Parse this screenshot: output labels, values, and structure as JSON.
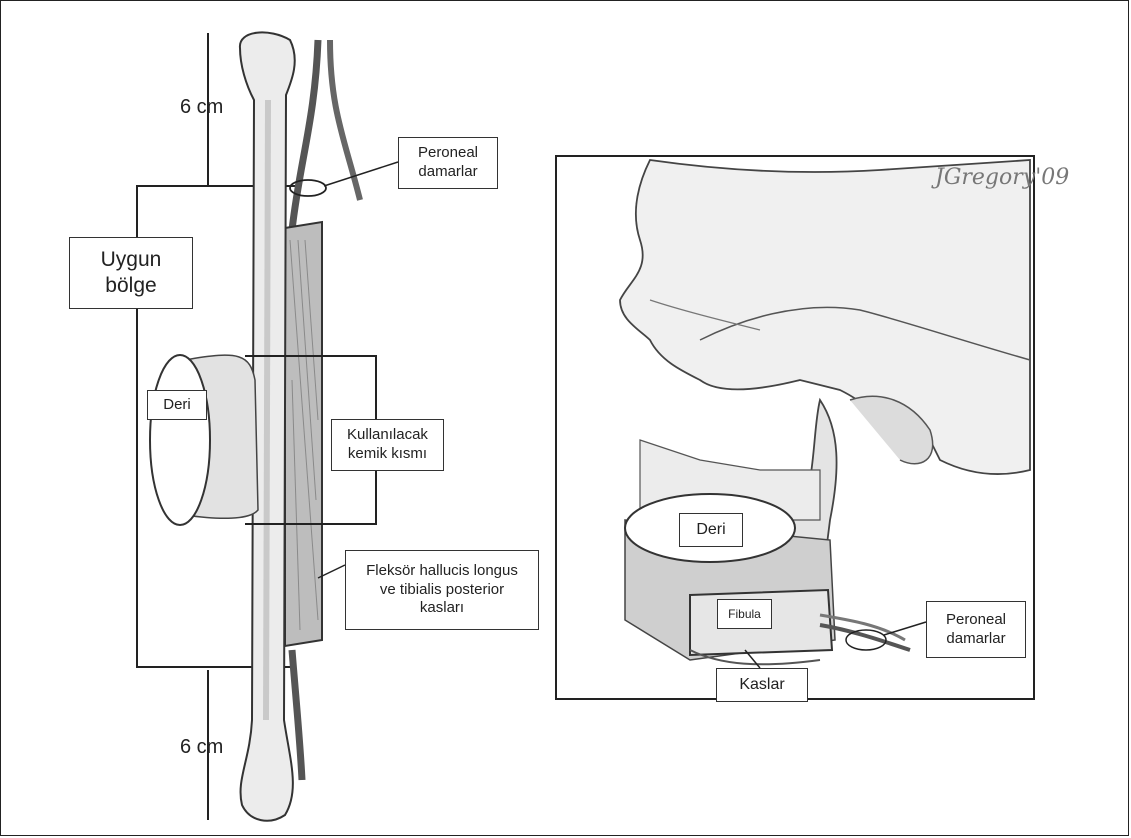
{
  "left": {
    "measure_top": "6 cm",
    "measure_bottom": "6 cm",
    "zone_label": "Uygun\nbölge",
    "vessels_label": "Peroneal\ndamarlar",
    "skin_label": "Deri",
    "bone_part_label": "Kullanılacak\nkemik kısmı",
    "muscles_label": "Fleksör hallucis longus\nve tibialis posterior\nkasları"
  },
  "right": {
    "skin_label": "Deri",
    "fibula_label": "Fibula",
    "vessels_label": "Peroneal\ndamarlar",
    "muscles_label": "Kaslar",
    "signature": "JGregory'09"
  },
  "colors": {
    "line": "#222222",
    "bone": "#ececec",
    "shade": "#bdbdbd"
  }
}
